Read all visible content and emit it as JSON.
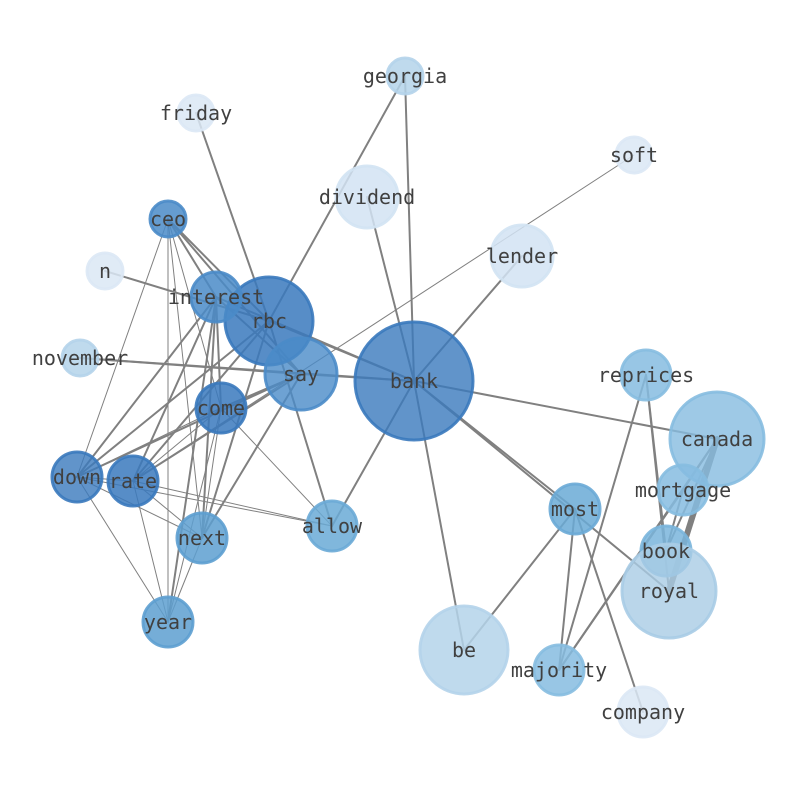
{
  "nodes": [
    {
      "id": "bank",
      "label": "bank",
      "color": "#3a79bd",
      "opacity": 0.8
    },
    {
      "id": "rbc",
      "label": "rbc",
      "color": "#3a79bd",
      "opacity": 0.85
    },
    {
      "id": "say",
      "label": "say",
      "color": "#4a8bc8",
      "opacity": 0.8
    },
    {
      "id": "interest",
      "label": "interest",
      "color": "#4a8bc8",
      "opacity": 0.85
    },
    {
      "id": "ceo",
      "label": "ceo",
      "color": "#4a8bc8",
      "opacity": 0.85
    },
    {
      "id": "come",
      "label": "come",
      "color": "#3a79bd",
      "opacity": 0.85
    },
    {
      "id": "down",
      "label": "down",
      "color": "#3a79bd",
      "opacity": 0.8
    },
    {
      "id": "rate",
      "label": "rate",
      "color": "#3a79bd",
      "opacity": 0.85
    },
    {
      "id": "next",
      "label": "next",
      "color": "#5d9fd0",
      "opacity": 0.85
    },
    {
      "id": "year",
      "label": "year",
      "color": "#5d9fd0",
      "opacity": 0.85
    },
    {
      "id": "allow",
      "label": "allow",
      "color": "#6aaad6",
      "opacity": 0.85
    },
    {
      "id": "most",
      "label": "most",
      "color": "#6aaad6",
      "opacity": 0.85
    },
    {
      "id": "canada",
      "label": "canada",
      "color": "#86bce0",
      "opacity": 0.8
    },
    {
      "id": "reprices",
      "label": "reprices",
      "color": "#86bce0",
      "opacity": 0.85
    },
    {
      "id": "mortgage",
      "label": "mortgage",
      "color": "#86bce0",
      "opacity": 0.85
    },
    {
      "id": "book",
      "label": "book",
      "color": "#7ab5dc",
      "opacity": 0.85
    },
    {
      "id": "royal",
      "label": "royal",
      "color": "#a9cce5",
      "opacity": 0.8
    },
    {
      "id": "majority",
      "label": "majority",
      "color": "#86bce0",
      "opacity": 0.85
    },
    {
      "id": "be",
      "label": "be",
      "color": "#b4d3ea",
      "opacity": 0.85
    },
    {
      "id": "company",
      "label": "company",
      "color": "#dbe8f5",
      "opacity": 0.85
    },
    {
      "id": "lender",
      "label": "lender",
      "color": "#d2e3f3",
      "opacity": 0.85
    },
    {
      "id": "dividend",
      "label": "dividend",
      "color": "#d2e3f3",
      "opacity": 0.85
    },
    {
      "id": "georgia",
      "label": "georgia",
      "color": "#b4d3ea",
      "opacity": 0.85
    },
    {
      "id": "friday",
      "label": "friday",
      "color": "#dbe8f5",
      "opacity": 0.85
    },
    {
      "id": "soft",
      "label": "soft",
      "color": "#dbe8f5",
      "opacity": 0.85
    },
    {
      "id": "n",
      "label": "n",
      "color": "#dbe8f5",
      "opacity": 0.85
    },
    {
      "id": "november",
      "label": "november",
      "color": "#b4d3ea",
      "opacity": 0.85
    }
  ],
  "edges": [
    [
      "bank",
      "rbc"
    ],
    [
      "bank",
      "say"
    ],
    [
      "bank",
      "interest"
    ],
    [
      "bank",
      "georgia"
    ],
    [
      "bank",
      "dividend"
    ],
    [
      "bank",
      "be"
    ],
    [
      "bank",
      "canada"
    ],
    [
      "bank",
      "most"
    ],
    [
      "bank",
      "royal"
    ],
    [
      "bank",
      "allow"
    ],
    [
      "bank",
      "lender"
    ],
    [
      "bank",
      "november"
    ],
    [
      "rbc",
      "georgia"
    ],
    [
      "rbc",
      "friday"
    ],
    [
      "rbc",
      "ceo"
    ],
    [
      "rbc",
      "n"
    ],
    [
      "rbc",
      "down"
    ],
    [
      "rbc",
      "rate"
    ],
    [
      "rbc",
      "allow"
    ],
    [
      "rbc",
      "next"
    ],
    [
      "say",
      "interest"
    ],
    [
      "say",
      "ceo"
    ],
    [
      "say",
      "down"
    ],
    [
      "say",
      "come"
    ],
    [
      "say",
      "rate"
    ],
    [
      "say",
      "november"
    ],
    [
      "say",
      "next"
    ],
    [
      "interest",
      "ceo"
    ],
    [
      "interest",
      "come"
    ],
    [
      "interest",
      "down"
    ],
    [
      "interest",
      "next"
    ],
    [
      "interest",
      "year"
    ],
    [
      "interest",
      "rate"
    ],
    [
      "ceo",
      "come"
    ],
    [
      "ceo",
      "down"
    ],
    [
      "ceo",
      "next"
    ],
    [
      "ceo",
      "year"
    ],
    [
      "come",
      "down"
    ],
    [
      "come",
      "rate"
    ],
    [
      "come",
      "next"
    ],
    [
      "come",
      "year"
    ],
    [
      "come",
      "allow"
    ],
    [
      "down",
      "rate"
    ],
    [
      "down",
      "next"
    ],
    [
      "down",
      "year"
    ],
    [
      "down",
      "allow"
    ],
    [
      "rate",
      "next"
    ],
    [
      "rate",
      "year"
    ],
    [
      "rate",
      "allow"
    ],
    [
      "next",
      "year"
    ],
    [
      "soft",
      "rate"
    ],
    [
      "most",
      "be"
    ],
    [
      "most",
      "majority"
    ],
    [
      "most",
      "company"
    ],
    [
      "canada",
      "royal"
    ],
    [
      "canada",
      "mortgage"
    ],
    [
      "canada",
      "book"
    ],
    [
      "canada",
      "majority"
    ],
    [
      "reprices",
      "book"
    ],
    [
      "reprices",
      "majority"
    ],
    [
      "reprices",
      "royal"
    ],
    [
      "mortgage",
      "book"
    ],
    [
      "mortgage",
      "majority"
    ]
  ],
  "heavy_edges": [
    [
      "canada",
      "royal"
    ]
  ]
}
